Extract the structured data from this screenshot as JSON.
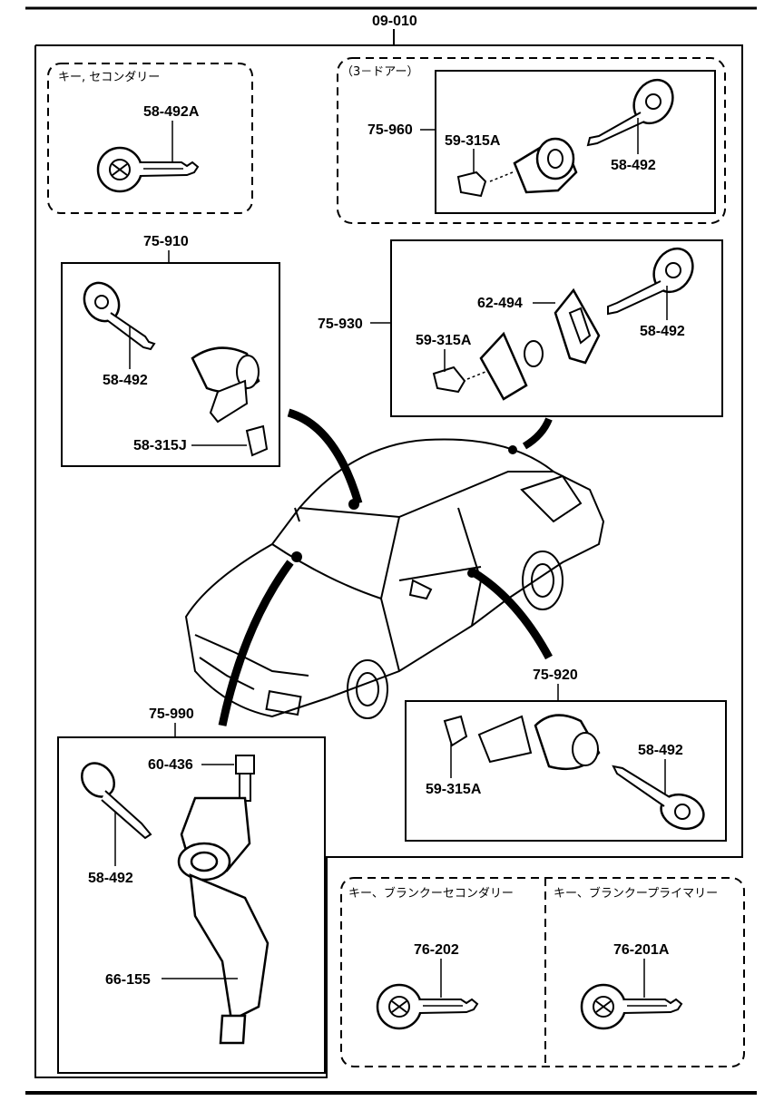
{
  "header": {
    "ref": "09-010"
  },
  "groups": {
    "key_secondary": {
      "title": "キー, セコンダリー",
      "part": "58-492A"
    },
    "three_door": {
      "title": "（3－ドアー）",
      "assembly": "75-960",
      "parts": {
        "bracket": "59-315A",
        "key": "58-492"
      }
    },
    "g75910": {
      "assembly": "75-910",
      "parts": {
        "key": "58-492",
        "clip": "58-315J"
      }
    },
    "g75930": {
      "assembly": "75-930",
      "parts": {
        "gasket": "62-494",
        "key": "58-492",
        "bracket": "59-315A"
      }
    },
    "g75920": {
      "assembly": "75-920",
      "parts": {
        "key": "58-492",
        "bracket": "59-315A"
      }
    },
    "g75990": {
      "assembly": "75-990",
      "parts": {
        "bolt": "60-436",
        "key": "58-492",
        "handle": "66-155"
      }
    },
    "blank_secondary": {
      "title": "キー、ブランクーセコンダリー",
      "part": "76-202"
    },
    "blank_primary": {
      "title": "キー、ブランクープライマリー",
      "part": "76-201A"
    }
  },
  "colors": {
    "ink": "#000000",
    "paper": "#ffffff"
  }
}
